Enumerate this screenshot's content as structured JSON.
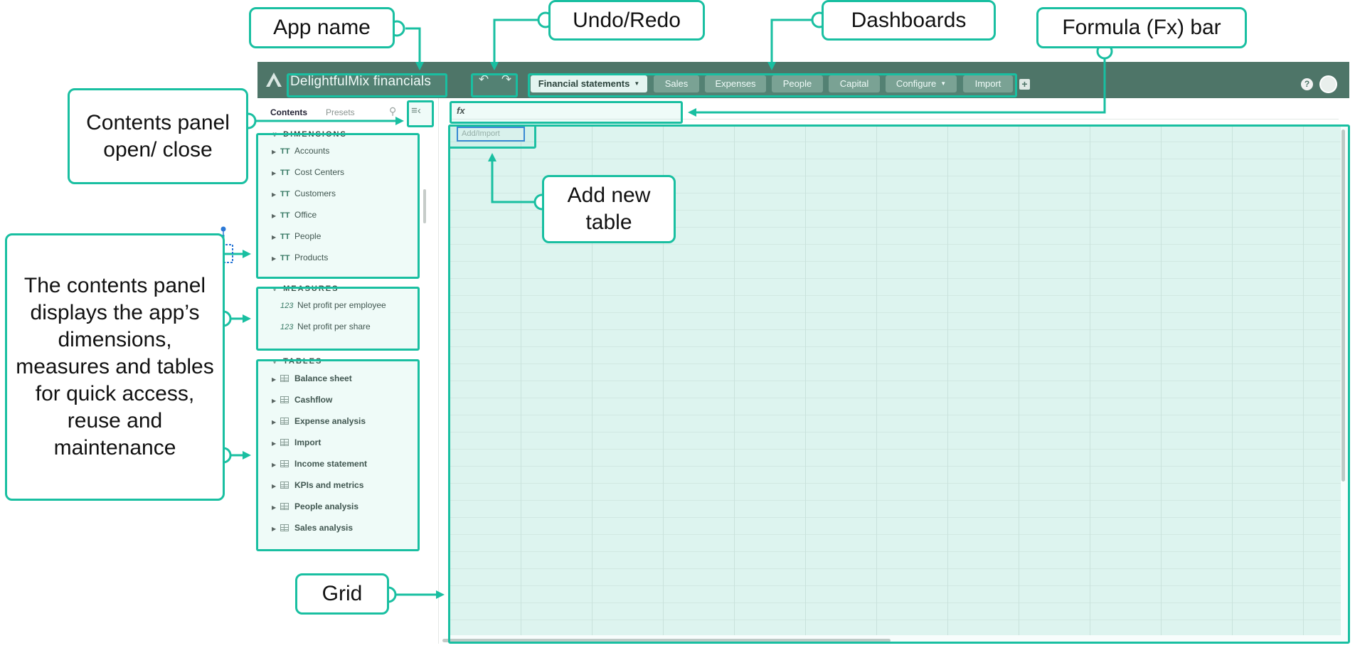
{
  "app": {
    "name": "DelightfulMix financials",
    "undo_icon": "undo-icon",
    "redo_icon": "redo-icon"
  },
  "dashboards": [
    {
      "label": "Financial statements",
      "active": true,
      "dropdown": true
    },
    {
      "label": "Sales"
    },
    {
      "label": "Expenses"
    },
    {
      "label": "People"
    },
    {
      "label": "Capital"
    },
    {
      "label": "Configure",
      "dropdown": true
    },
    {
      "label": "Import"
    }
  ],
  "header_right": {
    "help_label": "?"
  },
  "panel": {
    "tabs": {
      "contents": "Contents",
      "presets": "Presets"
    },
    "dimensions": {
      "title": "DIMENSIONS",
      "items": [
        "Accounts",
        "Cost Centers",
        "Customers",
        "Office",
        "People",
        "Products"
      ]
    },
    "measures": {
      "title": "MEASURES",
      "items": [
        "Net profit per employee",
        "Net profit per share"
      ]
    },
    "tables": {
      "title": "TABLES",
      "items": [
        "Balance sheet",
        "Cashflow",
        "Expense analysis",
        "Import",
        "Income statement",
        "KPIs and metrics",
        "People analysis",
        "Sales analysis"
      ]
    }
  },
  "formula_bar": {
    "label": "fx"
  },
  "grid": {
    "add_import_placeholder": "Add/Import"
  },
  "annotations": {
    "app_name": "App name",
    "undo_redo": "Undo/Redo",
    "dashboards": "Dashboards",
    "formula_bar": "Formula (Fx) bar",
    "contents_toggle": "Contents panel open/ close",
    "add_new_table": "Add new table",
    "contents_panel": "The contents panel displays the app’s dimensions, measures and tables for quick access, reuse and maintenance",
    "grid": "Grid"
  },
  "colors": {
    "topbar": "#4e7568",
    "accent": "#19bfa1",
    "grid_fill": "#e4f6f2",
    "selection": "#2b78d6"
  }
}
